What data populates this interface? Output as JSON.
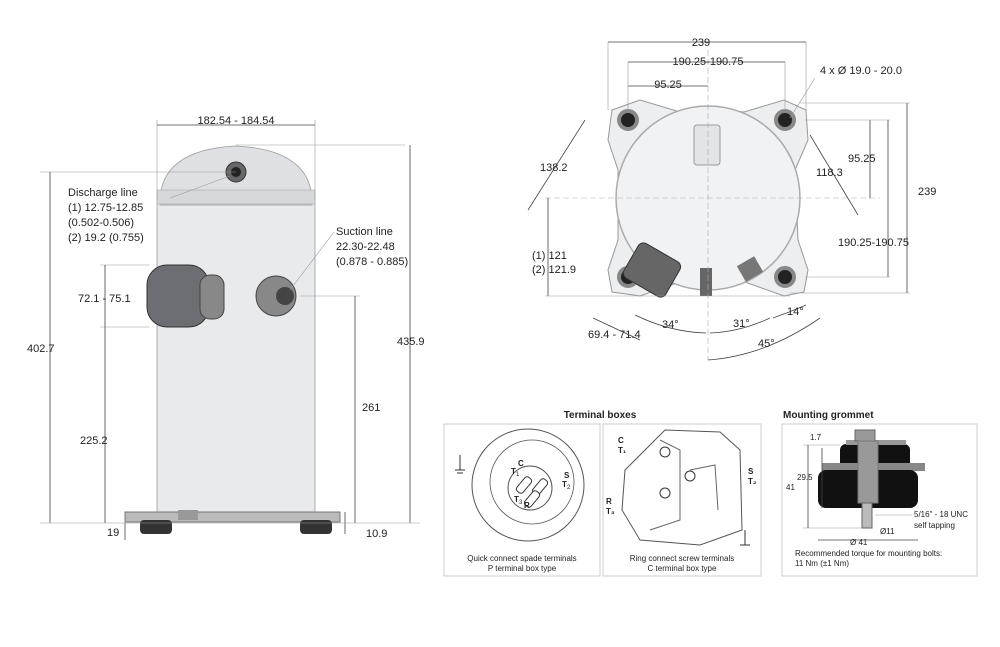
{
  "side_view": {
    "width_dim": "182.54 - 184.54",
    "discharge_title": "Discharge line",
    "discharge_1": "(1) 12.75-12.85",
    "discharge_1_in": "(0.502-0.506)",
    "discharge_2": "(2) 19.2 (0.755)",
    "suction_title": "Suction line",
    "suction_mm": "22.30-22.48",
    "suction_in": "(0.878 - 0.885)",
    "dim_72": "72.1 - 75.1",
    "dim_402": "402.7",
    "dim_435": "435.9",
    "dim_261": "261",
    "dim_225": "225.2",
    "dim_19": "19",
    "dim_109": "10.9"
  },
  "top_view": {
    "dim_239_top": "239",
    "dim_190_top": "190.25-190.75",
    "dim_95_top": "95.25",
    "holes": "4 x Ø 19.0 - 20.0",
    "dim_138": "138.2",
    "dim_118": "118.3",
    "dim_95_right": "95.25",
    "dim_239_right": "239",
    "dim_190_right": "190.25-190.75",
    "dim_121_1": "(1) 121",
    "dim_121_2": "(2) 121.9",
    "dim_69": "69.4 - 71.4",
    "angle_34": "34°",
    "angle_31": "31°",
    "angle_14": "14°",
    "angle_45": "45°"
  },
  "terminal_boxes": {
    "title": "Terminal boxes",
    "p_box": {
      "c": "C",
      "t1": "T",
      "t1s": "1",
      "s": "S",
      "t2": "T",
      "t2s": "2",
      "t3": "T",
      "t3s": "3",
      "r": "R",
      "caption1": "Quick connect spade terminals",
      "caption2": "P terminal box type"
    },
    "c_box": {
      "c": "C",
      "t1": "T₁",
      "s": "S",
      "t2": "T₂",
      "r": "R",
      "t3": "T₃",
      "caption1": "Ring connect screw terminals",
      "caption2": "C terminal box type"
    }
  },
  "grommet": {
    "title": "Mounting grommet",
    "dim_17": "1.7",
    "dim_295": "29.5",
    "dim_41": "41",
    "thread": "5/16\" - 18 UNC",
    "thread2": "self tapping",
    "dia_11": "Ø11",
    "dia_41": "Ø 41",
    "torque1": "Recommended torque for mounting bolts:",
    "torque2": "11 Nm (±1 Nm)"
  }
}
